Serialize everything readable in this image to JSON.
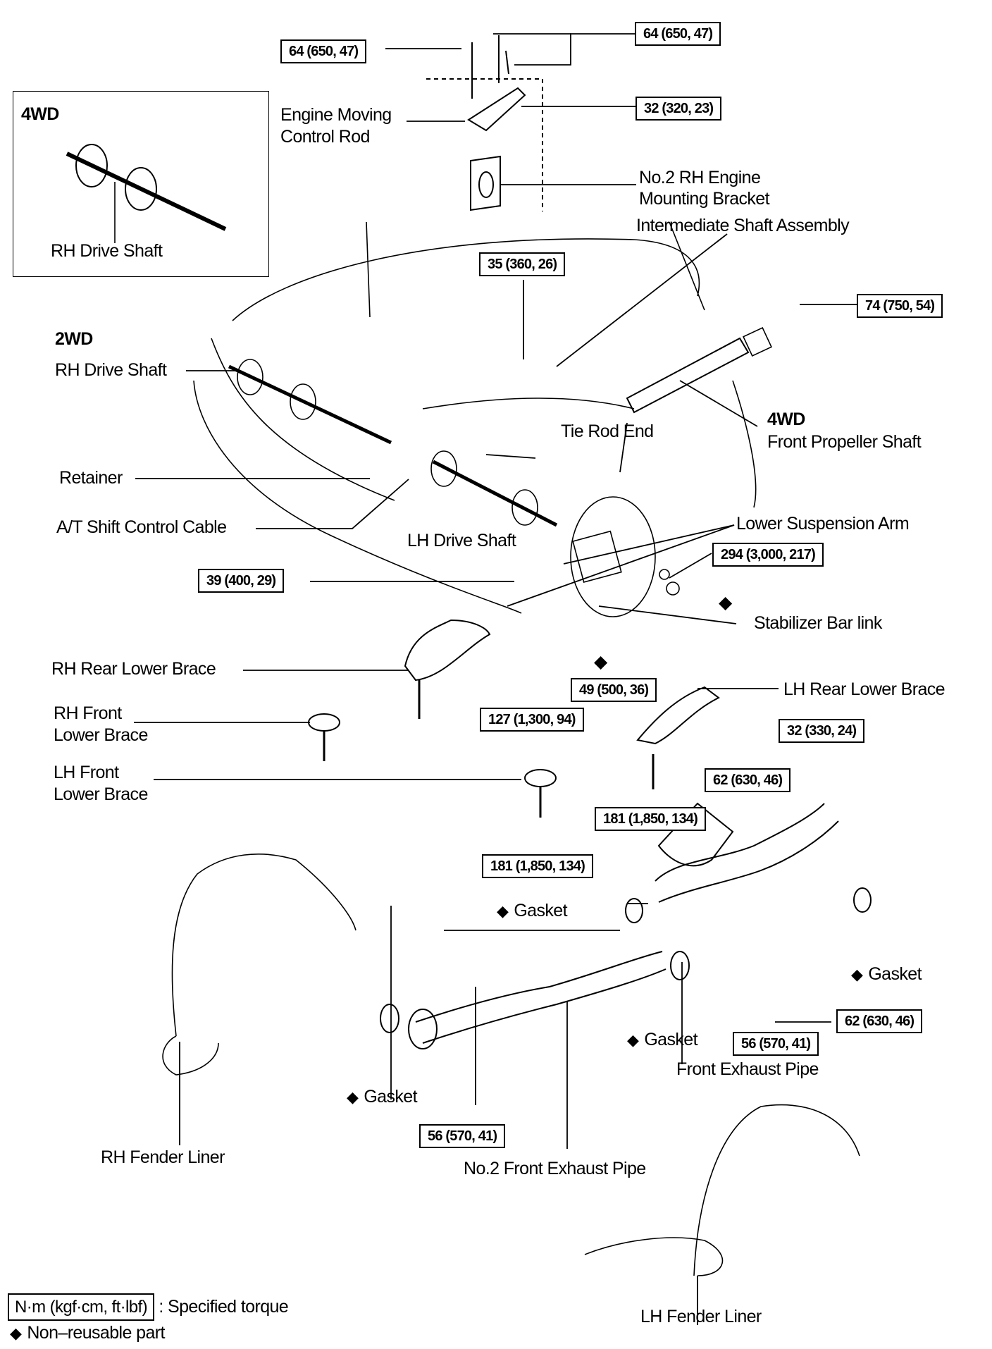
{
  "diagram": {
    "inset": {
      "heading": "4WD",
      "label": "RH Drive Shaft"
    },
    "labels": {
      "engine_moving_control_rod": [
        "Engine Moving",
        "Control Rod"
      ],
      "no2_rh_engine_mounting_bracket": [
        "No.2 RH Engine",
        "Mounting Bracket"
      ],
      "intermediate_shaft_assembly": "Intermediate Shaft Assembly",
      "two_wd_heading": "2WD",
      "rh_drive_shaft": "RH Drive Shaft",
      "retainer": "Retainer",
      "at_shift_control_cable": "A/T Shift Control Cable",
      "lh_drive_shaft": "LH Drive Shaft",
      "tie_rod_end": "Tie Rod End",
      "four_wd_heading": "4WD",
      "front_propeller_shaft": "Front Propeller Shaft",
      "lower_suspension_arm": "Lower Suspension Arm",
      "stabilizer_bar_link": "Stabilizer Bar link",
      "rh_rear_lower_brace": "RH Rear Lower Brace",
      "lh_rear_lower_brace": "LH Rear Lower Brace",
      "rh_front_lower_brace": [
        "RH Front",
        "Lower Brace"
      ],
      "lh_front_lower_brace": [
        "LH Front",
        "Lower Brace"
      ],
      "gasket": "Gasket",
      "front_exhaust_pipe": "Front Exhaust Pipe",
      "no2_front_exhaust_pipe": "No.2 Front Exhaust Pipe",
      "rh_fender_liner": "RH Fender Liner",
      "lh_fender_liner": "LH Fender Liner"
    },
    "torque_specs": [
      {
        "id": "t1",
        "text": "64 (650, 47)",
        "nm": 64,
        "kgfcm": 650,
        "ftlbf": 47
      },
      {
        "id": "t2",
        "text": "64 (650, 47)",
        "nm": 64,
        "kgfcm": 650,
        "ftlbf": 47
      },
      {
        "id": "t3",
        "text": "32 (320, 23)",
        "nm": 32,
        "kgfcm": 320,
        "ftlbf": 23
      },
      {
        "id": "t4",
        "text": "35 (360, 26)",
        "nm": 35,
        "kgfcm": 360,
        "ftlbf": 26
      },
      {
        "id": "t5",
        "text": "74 (750, 54)",
        "nm": 74,
        "kgfcm": 750,
        "ftlbf": 54
      },
      {
        "id": "t6",
        "text": "294 (3,000, 217)",
        "nm": 294,
        "kgfcm": 3000,
        "ftlbf": 217
      },
      {
        "id": "t7",
        "text": "39 (400, 29)",
        "nm": 39,
        "kgfcm": 400,
        "ftlbf": 29
      },
      {
        "id": "t8",
        "text": "49 (500, 36)",
        "nm": 49,
        "kgfcm": 500,
        "ftlbf": 36
      },
      {
        "id": "t9",
        "text": "127 (1,300, 94)",
        "nm": 127,
        "kgfcm": 1300,
        "ftlbf": 94
      },
      {
        "id": "t10",
        "text": "32 (330, 24)",
        "nm": 32,
        "kgfcm": 330,
        "ftlbf": 24
      },
      {
        "id": "t11",
        "text": "62 (630, 46)",
        "nm": 62,
        "kgfcm": 630,
        "ftlbf": 46
      },
      {
        "id": "t12",
        "text": "181 (1,850, 134)",
        "nm": 181,
        "kgfcm": 1850,
        "ftlbf": 134
      },
      {
        "id": "t13",
        "text": "181 (1,850, 134)",
        "nm": 181,
        "kgfcm": 1850,
        "ftlbf": 134
      },
      {
        "id": "t14",
        "text": "62 (630, 46)",
        "nm": 62,
        "kgfcm": 630,
        "ftlbf": 46
      },
      {
        "id": "t15",
        "text": "56 (570, 41)",
        "nm": 56,
        "kgfcm": 570,
        "ftlbf": 41
      },
      {
        "id": "t16",
        "text": "56 (570, 41)",
        "nm": 56,
        "kgfcm": 570,
        "ftlbf": 41
      }
    ],
    "non_reusable_symbol": "◆",
    "legend": {
      "torque_unit": "N·m (kgf·cm, ft·lbf)",
      "torque_desc": ": Specified torque",
      "non_reusable": "Non–reusable part"
    }
  }
}
